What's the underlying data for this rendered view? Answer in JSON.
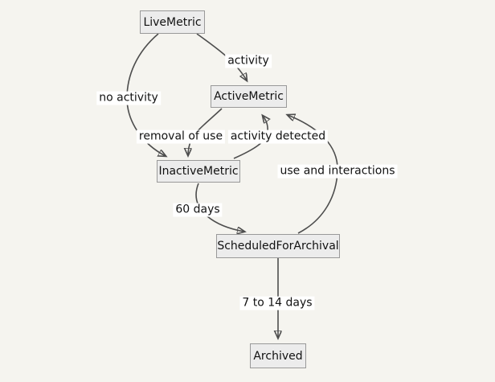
{
  "diagram": {
    "type": "state-diagram",
    "colors": {
      "background": "#f5f4ef",
      "node_fill": "#ececec",
      "node_border": "#999999",
      "edge": "#4d4d4d",
      "text": "#111111",
      "edge_label_background": "#ffffff"
    },
    "nodes": [
      {
        "id": "LiveMetric",
        "label": "LiveMetric"
      },
      {
        "id": "ActiveMetric",
        "label": "ActiveMetric"
      },
      {
        "id": "InactiveMetric",
        "label": "InactiveMetric"
      },
      {
        "id": "ScheduledForArchival",
        "label": "ScheduledForArchival"
      },
      {
        "id": "Archived",
        "label": "Archived"
      }
    ],
    "edges": [
      {
        "from": "LiveMetric",
        "to": "ActiveMetric",
        "label": "activity"
      },
      {
        "from": "LiveMetric",
        "to": "InactiveMetric",
        "label": "no activity"
      },
      {
        "from": "ActiveMetric",
        "to": "InactiveMetric",
        "label": "removal of use"
      },
      {
        "from": "InactiveMetric",
        "to": "ActiveMetric",
        "label": "activity detected"
      },
      {
        "from": "ScheduledForArchival",
        "to": "ActiveMetric",
        "label": "use and interactions"
      },
      {
        "from": "InactiveMetric",
        "to": "ScheduledForArchival",
        "label": "60 days"
      },
      {
        "from": "ScheduledForArchival",
        "to": "Archived",
        "label": "7 to 14 days"
      }
    ]
  }
}
